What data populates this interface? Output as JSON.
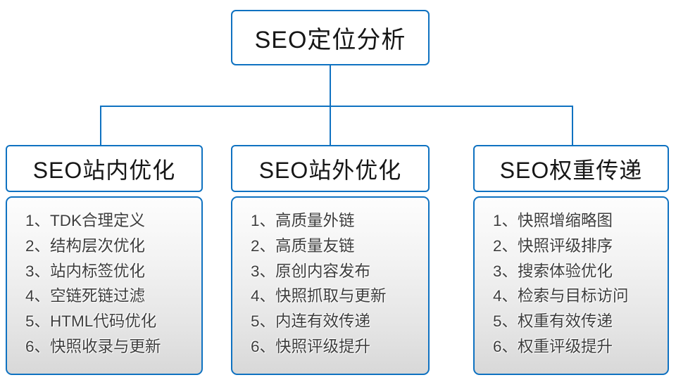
{
  "diagram": {
    "accent_color": "#0f72c1",
    "root": {
      "title": "SEO定位分析"
    },
    "columns": [
      {
        "header": "SEO站内优化",
        "items": [
          "1、TDK合理定义",
          "2、结构层次优化",
          "3、站内标签优化",
          "4、空链死链过滤",
          "5、HTML代码优化",
          "6、快照收录与更新"
        ]
      },
      {
        "header": "SEO站外优化",
        "items": [
          "1、高质量外链",
          "2、高质量友链",
          "3、原创内容发布",
          "4、快照抓取与更新",
          "5、内连有效传递",
          "6、快照评级提升"
        ]
      },
      {
        "header": "SEO权重传递",
        "items": [
          "1、快照增缩略图",
          "2、快照评级排序",
          "3、搜索体验优化",
          "4、检索与目标访问",
          "5、权重有效传递",
          "6、权重评级提升"
        ]
      }
    ]
  }
}
